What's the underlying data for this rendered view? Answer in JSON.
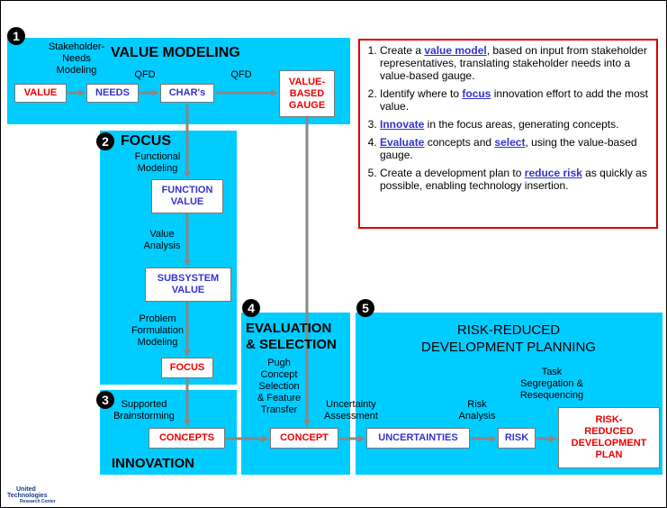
{
  "colors": {
    "panel": "#00ccff",
    "box_text_red": "#ee0000",
    "box_text_blue": "#3333cc",
    "arrow": "#888888"
  },
  "panel1": {
    "number": "1",
    "title": "VALUE MODELING",
    "note_stakeholder": [
      "Stakeholder-",
      "Needs",
      "Modeling"
    ],
    "qfd_1": "QFD",
    "qfd_2": "QFD",
    "box_value": "VALUE",
    "box_needs": "NEEDS",
    "box_chars": "CHAR's",
    "box_gauge": [
      "VALUE-",
      "BASED",
      "GAUGE"
    ]
  },
  "panel2": {
    "number": "2",
    "title": "FOCUS",
    "note_functional": [
      "Functional",
      "Modeling"
    ],
    "box_function": [
      "FUNCTION",
      "VALUE"
    ],
    "note_value_analysis": [
      "Value",
      "Analysis"
    ],
    "box_subsystem": [
      "SUBSYSTEM",
      "VALUE"
    ],
    "note_problem": [
      "Problem",
      "Formulation",
      "Modeling"
    ],
    "box_focus": "FOCUS"
  },
  "panel3": {
    "number": "3",
    "note_brainstorm": [
      "Supported",
      "Brainstorming"
    ],
    "box_concepts": "CONCEPTS",
    "title": "INNOVATION"
  },
  "panel4": {
    "number": "4",
    "title": [
      "EVALUATION",
      "& SELECTION"
    ],
    "note_pugh": [
      "Pugh",
      "Concept",
      "Selection",
      "& Feature",
      "Transfer"
    ],
    "box_concept": "CONCEPT"
  },
  "panel5": {
    "number": "5",
    "title": [
      "RISK-REDUCED",
      "DEVELOPMENT PLANNING"
    ],
    "note_task": [
      "Task",
      "Segregation &",
      "Resequencing"
    ],
    "note_uncertainty": [
      "Uncertainty",
      "Assessment"
    ],
    "note_risk": [
      "Risk",
      "Analysis"
    ],
    "box_uncertainties": "UNCERTAINTIES",
    "box_risk": "RISK",
    "box_plan": [
      "RISK-",
      "REDUCED",
      "DEVELOPMENT",
      "PLAN"
    ]
  },
  "steps": [
    {
      "pre": "Create a ",
      "key": "value model",
      "post": ", based on input from stakeholder representatives, translating stakeholder needs into a value-based gauge."
    },
    {
      "pre": "Identify where to ",
      "key": "focus",
      "post": " innovation effort to add the most value."
    },
    {
      "pre": "",
      "key": "Innovate",
      "post": " in the focus areas, generating concepts."
    },
    {
      "pre": "",
      "key": "Evaluate",
      "post": " concepts and ",
      "key2": "select",
      "post2": ", using the value-based gauge."
    },
    {
      "pre": "Create a development plan to ",
      "key": "reduce risk",
      "post": " as quickly as possible, enabling technology insertion."
    }
  ],
  "logo": [
    "United",
    "Technologies",
    "Research Center"
  ]
}
